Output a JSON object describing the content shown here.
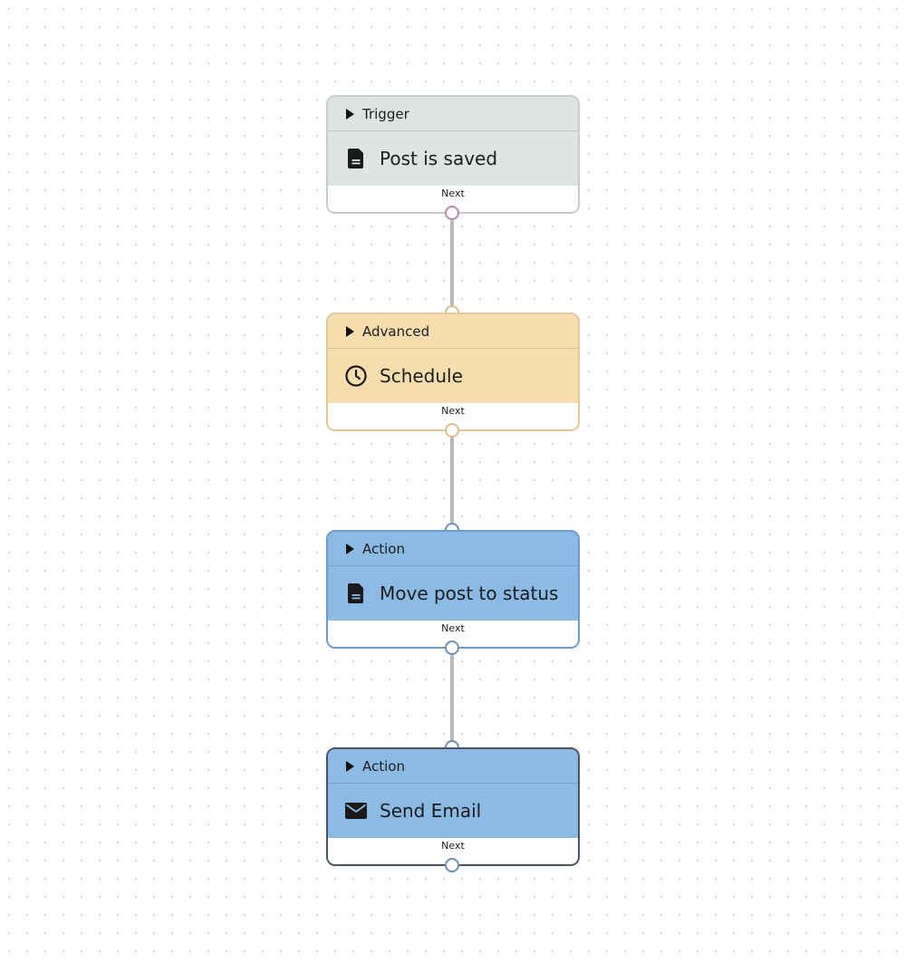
{
  "canvas": {
    "background": "#ffffff",
    "dot_color": "#cfcfd4",
    "edge_color": "#b9b7be"
  },
  "nodes": [
    {
      "category": "Trigger",
      "label": "Post is saved",
      "icon": "document-icon",
      "footer": "Next",
      "header_color": "#dee5e1",
      "border_color": "#c9cbca",
      "handle_color": "#b48ab0"
    },
    {
      "category": "Advanced",
      "label": "Schedule",
      "icon": "clock-icon",
      "footer": "Next",
      "header_color": "#f7ddae",
      "border_color": "#dfc89a",
      "handle_color": "#d9bf8e"
    },
    {
      "category": "Action",
      "label": "Move post to status",
      "icon": "document-icon",
      "footer": "Next",
      "header_color": "#8bbae4",
      "border_color": "#6d9bc3",
      "handle_color": "#6d8fb1"
    },
    {
      "category": "Action",
      "label": "Send Email",
      "icon": "envelope-icon",
      "footer": "Next",
      "header_color": "#8bbae4",
      "border_color": "#4a5563",
      "handle_color": "#6d8fb1"
    }
  ]
}
